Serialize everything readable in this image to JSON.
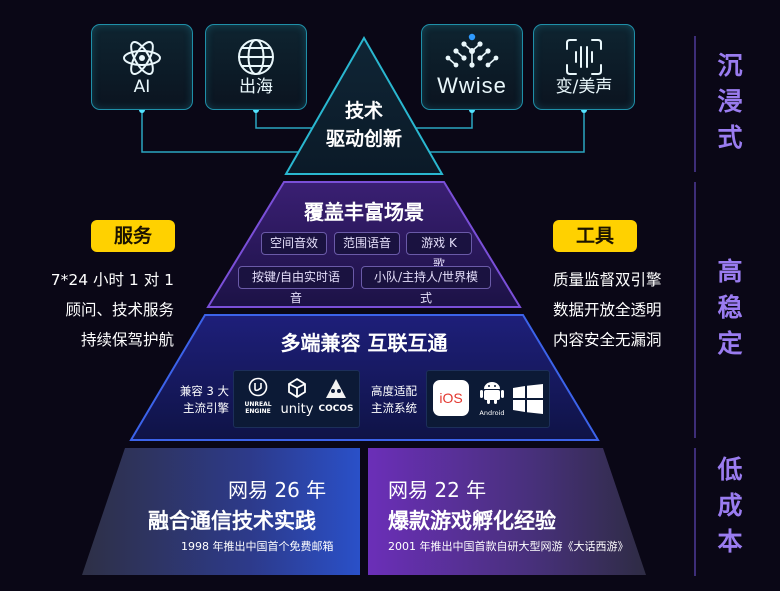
{
  "tech_cards": [
    {
      "label": "AI",
      "icon": "atom-icon"
    },
    {
      "label": "出海",
      "icon": "globe-icon"
    },
    {
      "label": "Wwise",
      "icon": "wwise-logo"
    },
    {
      "label": "变/美声",
      "icon": "voice-wave-icon"
    }
  ],
  "pyramid": {
    "top": {
      "line1": "技术",
      "line2": "驱动创新"
    },
    "tier2": {
      "title": "覆盖丰富场景",
      "tags_row1": [
        "空间音效",
        "范围语音",
        "游戏 K 歌"
      ],
      "tags_row2": [
        "按键/自由实时语音",
        "小队/主持人/世界模式"
      ]
    },
    "tier3": {
      "title": "多端兼容 互联互通",
      "engines_label": [
        "兼容 3 大",
        "主流引擎"
      ],
      "engine_logos": [
        "UNREAL ENGINE",
        "unity",
        "COCOS"
      ],
      "systems_label": [
        "高度适配",
        "主流系统"
      ],
      "system_logos": [
        "iOS",
        "Android",
        "Windows"
      ]
    },
    "base_left": {
      "years": "网易 26 年",
      "title": "融合通信技术实践",
      "sub": "1998 年推出中国首个免费邮箱"
    },
    "base_right": {
      "years": "网易 22 年",
      "title": "爆款游戏孵化经验",
      "sub": "2001 年推出中国首款自研大型网游《大话西游》"
    }
  },
  "left_panel": {
    "badge": "服务",
    "lines": [
      "7*24 小时 1 对 1",
      "顾问、技术服务",
      "持续保驾护航"
    ]
  },
  "right_panel": {
    "badge": "工具",
    "lines": [
      "质量监督双引擎",
      "数据开放全透明",
      "内容安全无漏洞"
    ]
  },
  "side_labels": [
    {
      "chars": [
        "沉",
        "浸",
        "式"
      ]
    },
    {
      "chars": [
        "高",
        "稳",
        "定"
      ]
    },
    {
      "chars": [
        "低",
        "成",
        "本"
      ]
    }
  ],
  "colors": {
    "accent_yellow": "#ffd100",
    "cyan_border": "#1f8fa8",
    "purple_text": "#9a7cf0"
  }
}
